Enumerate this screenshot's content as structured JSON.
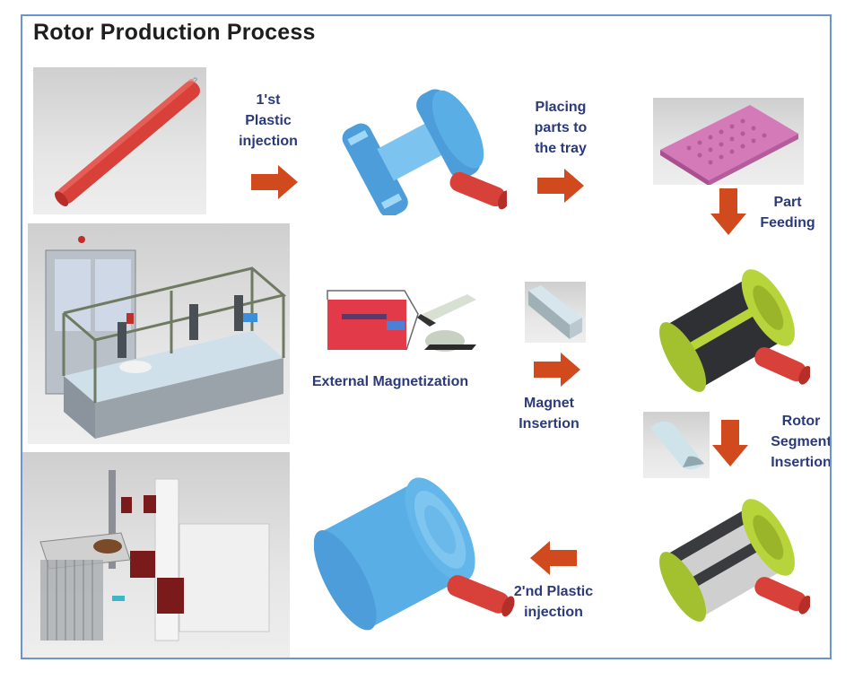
{
  "title": "Rotor Production Process",
  "colors": {
    "frame_border": "#6a93cf",
    "label_text": "#2b3a7a",
    "arrow": "#d04a1e",
    "shaft_red": "#d8403a",
    "plastic_blue": "#5aaee6",
    "tray_pink": "#d47ab8",
    "rotor_green": "#b7d43a"
  },
  "steps": [
    {
      "id": "first-injection",
      "label_lines": [
        "1'st",
        "Plastic",
        "injection"
      ]
    },
    {
      "id": "placing-tray",
      "label_lines": [
        "Placing",
        "parts to",
        "the tray"
      ]
    },
    {
      "id": "part-feeding",
      "label_lines": [
        "Part",
        "Feeding"
      ]
    },
    {
      "id": "external-magnetization",
      "label_lines": [
        "External Magnetization"
      ]
    },
    {
      "id": "magnet-insertion",
      "label_lines": [
        "Magnet",
        "Insertion"
      ]
    },
    {
      "id": "rotor-segment-insertion",
      "label_lines": [
        "Rotor",
        "Segment",
        "Insertion"
      ]
    },
    {
      "id": "second-injection",
      "label_lines": [
        "2'nd Plastic",
        "injection"
      ]
    }
  ],
  "arrows": [
    {
      "from": "shaft",
      "to": "first-molded-part",
      "direction": "right"
    },
    {
      "from": "first-molded-part",
      "to": "tray",
      "direction": "right"
    },
    {
      "from": "tray",
      "to": "rotor-with-magnets",
      "direction": "down"
    },
    {
      "from": "magnet",
      "to": "rotor-with-magnets",
      "direction": "right"
    },
    {
      "from": "rotor-with-magnets",
      "to": "rotor-with-segments",
      "direction": "down"
    },
    {
      "from": "rotor-with-segments",
      "to": "final-rotor",
      "direction": "left"
    }
  ],
  "images": [
    "shaft-render",
    "first-molded-part-render",
    "tray-render",
    "assembly-machine-render",
    "magnetization-equipment-render",
    "magnet-render",
    "rotor-with-magnets-render",
    "segment-render",
    "rotor-with-segments-render",
    "injection-cell-render",
    "final-rotor-render"
  ]
}
